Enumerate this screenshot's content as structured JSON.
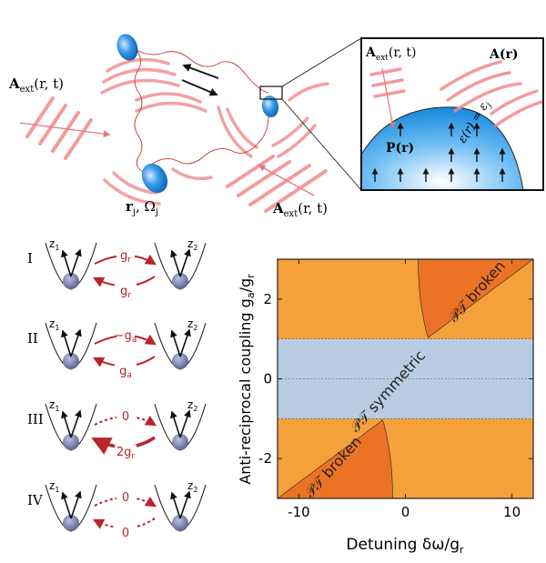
{
  "top": {
    "a_ext_left": "A",
    "a_ext_left_sub": "ext",
    "a_ext_left_args": "(r, t)",
    "a_ext_bottom": "A",
    "a_ext_bottom_sub": "ext",
    "a_ext_bottom_args": "(r, t)",
    "rj_label": "r",
    "rj_sub": "j",
    "omega_label": ", Ω",
    "omega_sub": "j",
    "inset": {
      "a_ext": "A",
      "a_ext_sub": "ext",
      "a_ext_args": "(r, t)",
      "a_r": "A(r)",
      "p_r": "P(r)",
      "epsilon": "ε(r) = ε",
      "epsilon_sub": "j"
    }
  },
  "configs": [
    {
      "numeral": "I",
      "top_label": "g",
      "top_sub": "r",
      "bottom_label": "g",
      "bottom_sub": "r"
    },
    {
      "numeral": "II",
      "top_label": "−g",
      "top_sub": "a",
      "bottom_label": "g",
      "bottom_sub": "a"
    },
    {
      "numeral": "III",
      "top_label": "0",
      "top_sub": "",
      "bottom_label": "2g",
      "bottom_sub": "r"
    },
    {
      "numeral": "IV",
      "top_label": "0",
      "top_sub": "",
      "bottom_label": "0",
      "bottom_sub": ""
    }
  ],
  "well_labels": {
    "left": "z",
    "left_sub": "1",
    "right": "z",
    "right_sub": "2"
  },
  "chart_data": {
    "type": "heatmap",
    "xlabel": "Detuning δω/g",
    "xlabel_sub": "r",
    "ylabel": "Anti-reciprocal coupling g",
    "ylabel_sub1": "a",
    "ylabel_mid": "/g",
    "ylabel_sub2": "r",
    "xlim": [
      -12,
      12
    ],
    "ylim": [
      -3,
      3
    ],
    "xticks": [
      -10,
      0,
      10
    ],
    "yticks": [
      -2,
      0,
      2
    ],
    "regions": [
      {
        "label": "𝒫𝒯 symmetric",
        "y_range": [
          -1,
          1
        ],
        "color": "#b8cde3"
      },
      {
        "label": "𝒫𝒯 broken",
        "quadrant": "upper-right",
        "color": "#ec7325"
      },
      {
        "label": "𝒫𝒯 broken",
        "quadrant": "lower-left",
        "color": "#ec7325"
      }
    ],
    "background_color": "#f4a13b",
    "boundary_lines_y": [
      -1,
      0,
      1
    ]
  }
}
